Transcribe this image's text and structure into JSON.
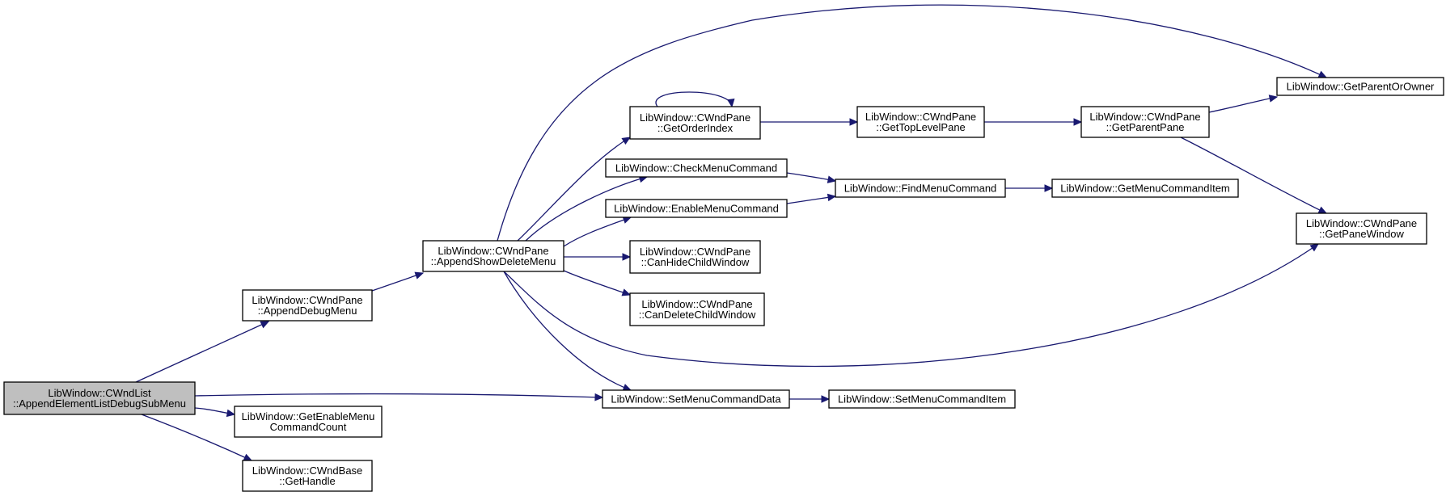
{
  "nodes": [
    {
      "id": "root",
      "lines": [
        "LibWindow::CWndList",
        "::AppendElementListDebugSubMenu"
      ],
      "root": true
    },
    {
      "id": "append-debug-menu",
      "lines": [
        "LibWindow::CWndPane",
        "::AppendDebugMenu"
      ]
    },
    {
      "id": "get-enable-menu-command-count",
      "lines": [
        "LibWindow::GetEnableMenu",
        "CommandCount"
      ]
    },
    {
      "id": "cwndbase-get-handle",
      "lines": [
        "LibWindow::CWndBase",
        "::GetHandle"
      ]
    },
    {
      "id": "append-show-delete-menu",
      "lines": [
        "LibWindow::CWndPane",
        "::AppendShowDeleteMenu"
      ]
    },
    {
      "id": "set-menu-command-data",
      "lines": [
        "LibWindow::SetMenuCommandData"
      ]
    },
    {
      "id": "set-menu-command-item",
      "lines": [
        "LibWindow::SetMenuCommandItem"
      ]
    },
    {
      "id": "get-order-index",
      "lines": [
        "LibWindow::CWndPane",
        "::GetOrderIndex"
      ]
    },
    {
      "id": "check-menu-command",
      "lines": [
        "LibWindow::CheckMenuCommand"
      ]
    },
    {
      "id": "enable-menu-command",
      "lines": [
        "LibWindow::EnableMenuCommand"
      ]
    },
    {
      "id": "can-hide-child-window",
      "lines": [
        "LibWindow::CWndPane",
        "::CanHideChildWindow"
      ]
    },
    {
      "id": "can-delete-child-window",
      "lines": [
        "LibWindow::CWndPane",
        "::CanDeleteChildWindow"
      ]
    },
    {
      "id": "get-top-level-pane",
      "lines": [
        "LibWindow::CWndPane",
        "::GetTopLevelPane"
      ]
    },
    {
      "id": "find-menu-command",
      "lines": [
        "LibWindow::FindMenuCommand"
      ]
    },
    {
      "id": "get-menu-command-item",
      "lines": [
        "LibWindow::GetMenuCommandItem"
      ]
    },
    {
      "id": "get-parent-pane",
      "lines": [
        "LibWindow::CWndPane",
        "::GetParentPane"
      ]
    },
    {
      "id": "get-parent-or-owner",
      "lines": [
        "LibWindow::GetParentOrOwner"
      ]
    },
    {
      "id": "get-pane-window",
      "lines": [
        "LibWindow::CWndPane",
        "::GetPaneWindow"
      ]
    }
  ],
  "edges": [
    {
      "from": "root",
      "to": "append-debug-menu"
    },
    {
      "from": "root",
      "to": "set-menu-command-data"
    },
    {
      "from": "root",
      "to": "get-enable-menu-command-count"
    },
    {
      "from": "root",
      "to": "cwndbase-get-handle"
    },
    {
      "from": "append-debug-menu",
      "to": "append-show-delete-menu"
    },
    {
      "from": "append-show-delete-menu",
      "to": "get-order-index"
    },
    {
      "from": "append-show-delete-menu",
      "to": "check-menu-command"
    },
    {
      "from": "append-show-delete-menu",
      "to": "enable-menu-command"
    },
    {
      "from": "append-show-delete-menu",
      "to": "can-hide-child-window"
    },
    {
      "from": "append-show-delete-menu",
      "to": "can-delete-child-window"
    },
    {
      "from": "append-show-delete-menu",
      "to": "set-menu-command-data"
    },
    {
      "from": "append-show-delete-menu",
      "to": "get-parent-or-owner"
    },
    {
      "from": "append-show-delete-menu",
      "to": "get-pane-window"
    },
    {
      "from": "get-order-index",
      "to": "get-order-index"
    },
    {
      "from": "get-order-index",
      "to": "get-top-level-pane"
    },
    {
      "from": "get-top-level-pane",
      "to": "get-parent-pane"
    },
    {
      "from": "get-parent-pane",
      "to": "get-parent-or-owner"
    },
    {
      "from": "get-parent-pane",
      "to": "get-pane-window"
    },
    {
      "from": "check-menu-command",
      "to": "find-menu-command"
    },
    {
      "from": "enable-menu-command",
      "to": "find-menu-command"
    },
    {
      "from": "find-menu-command",
      "to": "get-menu-command-item"
    },
    {
      "from": "set-menu-command-data",
      "to": "set-menu-command-item"
    }
  ],
  "colors": {
    "edge": "#191970",
    "root_fill": "#bfbfbf",
    "node_fill": "#ffffff",
    "node_border": "#000000"
  }
}
